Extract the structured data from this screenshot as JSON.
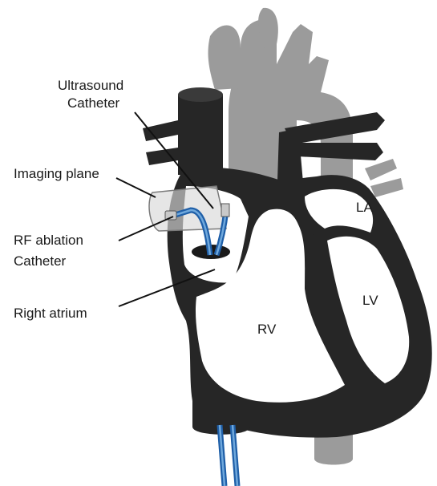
{
  "labels": {
    "ultrasound_line1": "Ultrasound",
    "ultrasound_line2": "Catheter",
    "imaging_plane": "Imaging plane",
    "rf_line1": "RF ablation",
    "rf_line2": "Catheter",
    "right_atrium": "Right atrium",
    "la": "LA",
    "lv": "LV",
    "rv": "RV"
  },
  "colors": {
    "heart_wall": "#262626",
    "vessels_grey": "#9b9b9b",
    "chamber_fill": "#ffffff",
    "catheter_blue": "#1f5fa8",
    "catheter_light": "#6fa8dc",
    "transducer": "#c9c9c9"
  }
}
